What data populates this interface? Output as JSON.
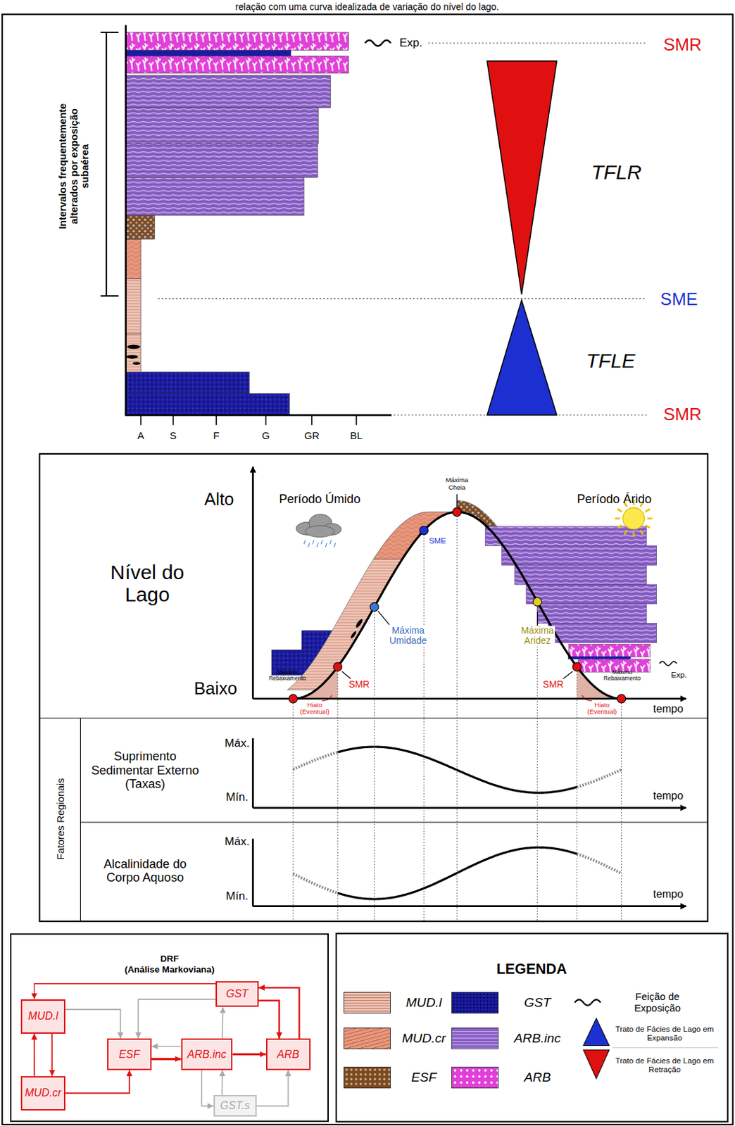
{
  "diagram": {
    "nodes": [
      {
        "text": [
          "DRF",
          "(Análise Markoviana)"
        ]
      },
      {
        "text": [
          "MUD.l"
        ],
        "in": 0
      },
      {
        "text": [
          "MUD.cr"
        ],
        "in": 0
      },
      {
        "text": [
          "ESF"
        ],
        "in": 0
      },
      {
        "text": [
          "GST"
        ],
        "in": 0
      },
      {
        "text": [
          "ARB.inc"
        ],
        "in": 0
      },
      {
        "text": [
          "ARB"
        ],
        "in": 0
      },
      {
        "text": [
          "GST.s"
        ],
        "in": 0
      }
    ],
    "edges": [
      {
        "from": 1,
        "to": 2,
        "arrow": "to"
      },
      {
        "from": 2,
        "to": 1,
        "arrow": "to"
      },
      {
        "from": 2,
        "to": 3,
        "arrow": "to"
      },
      {
        "from": 3,
        "to": 5,
        "arrow": "to"
      },
      {
        "from": 5,
        "to": 6,
        "arrow": "to"
      },
      {
        "from": 4,
        "to": 6,
        "arrow": "to"
      },
      {
        "from": 6,
        "to": 4,
        "arrow": "to"
      },
      {
        "from": 4,
        "to": 1,
        "arrow": "to"
      },
      {
        "from": 1,
        "to": 3,
        "arrow": "to"
      },
      {
        "from": 4,
        "to": 3,
        "arrow": "to"
      },
      {
        "from": 5,
        "to": 3,
        "arrow": "to"
      },
      {
        "from": 5,
        "to": 4,
        "arrow": "to"
      },
      {
        "from": 5,
        "to": 7,
        "arrow": "to"
      },
      {
        "from": 7,
        "to": 5,
        "arrow": "to"
      },
      {
        "from": 7,
        "to": 6,
        "arrow": "to"
      }
    ],
    "labels": [
      "relação com uma curva idealizada de variação do nível do lago.",
      "Intervalos frequentemente alterados por exposição subaérea",
      "Exp.",
      "SMR",
      "TFLR",
      "SME",
      "TFLE",
      "SMR",
      "A",
      "S",
      "F",
      "G",
      "GR",
      "BL",
      "Período Úmido",
      "Período Árido",
      "Alto",
      "Nível do Lago",
      "Baixo",
      "Máxima Cheia",
      "SME",
      "Máxima Umidade",
      "Máxima Aridez",
      "Máximo Rebaixamento",
      "SMR",
      "Hiato (Eventual)",
      "SMR",
      "Máximo Rebaixamento",
      "Hiato (Eventual)",
      "Exp.",
      "tempo",
      "Fatores Regionais",
      "Suprimento Sedimentar Externo (Taxas)",
      "Máx.",
      "Mín.",
      "tempo",
      "Alcalinidade do Corpo Aquoso",
      "Máx.",
      "Mín.",
      "tempo",
      "LEGENDA"
    ],
    "legend": [
      {
        "text": "MUD.l",
        "color": "#efc0b0"
      },
      {
        "text": "MUD.cr",
        "color": "#e8977c"
      },
      {
        "text": "ESF",
        "color": "#7a4a24"
      },
      {
        "text": "GST",
        "color": "#1b1b9e"
      },
      {
        "text": "ARB.inc",
        "color": "#8c62c8"
      },
      {
        "text": "ARB",
        "color": "#e040d8"
      },
      {
        "text": "Feição de Exposição"
      },
      {
        "text": "Trato de Fácies de Lago em Expansão"
      },
      {
        "text": "Trato de Fácies de Lago em Retração"
      }
    ]
  }
}
